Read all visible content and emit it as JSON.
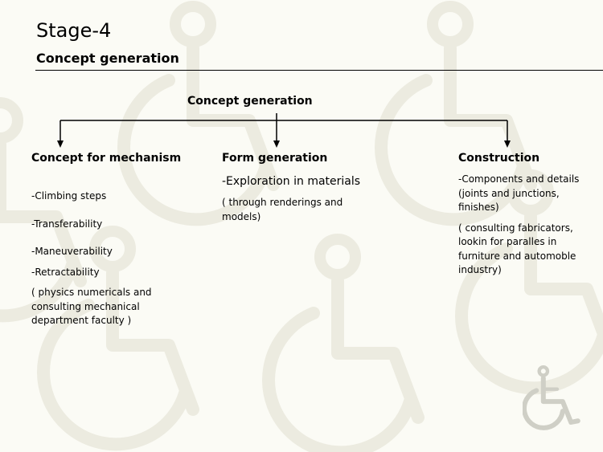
{
  "slide": {
    "title": "Stage-4",
    "subtitle": "Concept generation"
  },
  "diagram": {
    "root": "Concept generation",
    "branches": [
      {
        "heading": "Concept for mechanism",
        "items": [
          "-Climbing steps",
          "-Transferability",
          "-Maneuverability",
          "-Retractability",
          "( physics numericals and consulting mechanical department faculty )"
        ]
      },
      {
        "heading": "Form generation",
        "items": [
          "-Exploration in materials",
          "( through renderings and models)"
        ]
      },
      {
        "heading": "Construction",
        "items": [
          "-Components and details (joints and junctions, finishes)",
          "( consulting fabricators, lookin for paralles in furniture and automoble industry)"
        ]
      }
    ]
  },
  "colors": {
    "background": "#fbfbf5",
    "watermark": "#ecebe0",
    "logo": "#cfcfc6",
    "line": "#000000"
  },
  "icons": {
    "background": "wheelchair-watermark-icon",
    "corner": "wheelchair-logo-icon"
  }
}
